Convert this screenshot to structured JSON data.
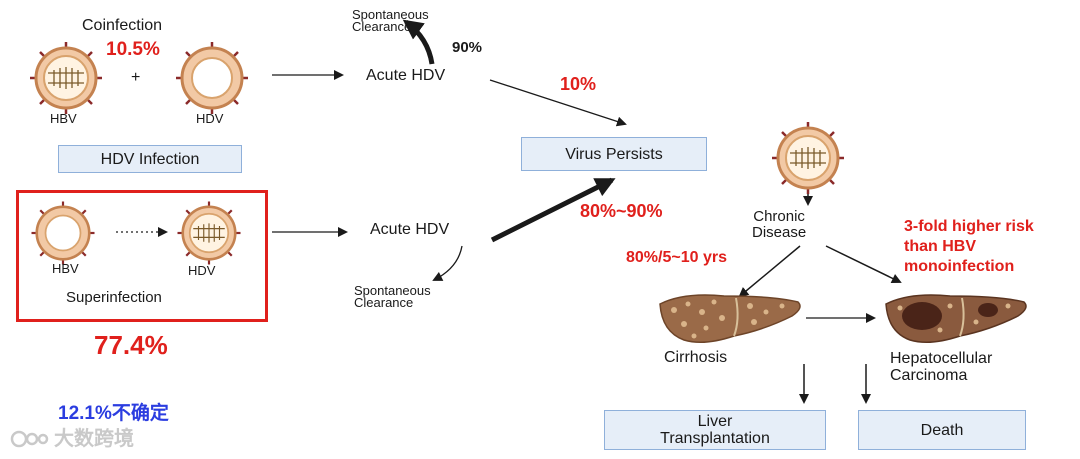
{
  "coinfection": {
    "title": "Coinfection",
    "percent": "10.5%",
    "plus": "+",
    "hbv_label": "HBV",
    "hdv_label": "HDV"
  },
  "hdv_infection_box": "HDV Infection",
  "superinfection": {
    "hbv_label": "HBV",
    "hdv_label": "HDV",
    "title": "Superinfection",
    "percent": "77.4%"
  },
  "uncertain": "12.1%不确定",
  "watermark": "大数跨境",
  "top_path": {
    "clearance_line1": "Spontaneous",
    "clearance_line2": "Clearance",
    "clearance_percent": "90%",
    "acute": "Acute HDV",
    "persist_percent": "10%"
  },
  "bottom_path": {
    "acute": "Acute HDV",
    "clearance_line1": "Spontaneous",
    "clearance_line2": "Clearance",
    "persist_percent": "80%~90%"
  },
  "virus_persists": "Virus Persists",
  "chronic": {
    "line1": "Chronic",
    "line2": "Disease"
  },
  "cirrhosis_rate": "80%/5~10 yrs",
  "risk_note": {
    "line1": "3-fold higher risk",
    "line2": "than HBV",
    "line3": "monoinfection"
  },
  "cirrhosis": "Cirrhosis",
  "hcc": {
    "line1": "Hepatocellular",
    "line2": "Carcinoma"
  },
  "liver_transplant": {
    "line1": "Liver",
    "line2": "Transplantation"
  },
  "death": "Death",
  "colors": {
    "accent_red": "#e0201c",
    "box_fill": "#e6eef8",
    "box_border": "#8fb0da",
    "blue_text": "#2b3de0"
  },
  "icons": [
    "hbv-virus-icon",
    "hdv-virus-icon",
    "liver-cirrhosis-icon",
    "liver-carcinoma-icon",
    "watermark-logo-icon"
  ]
}
